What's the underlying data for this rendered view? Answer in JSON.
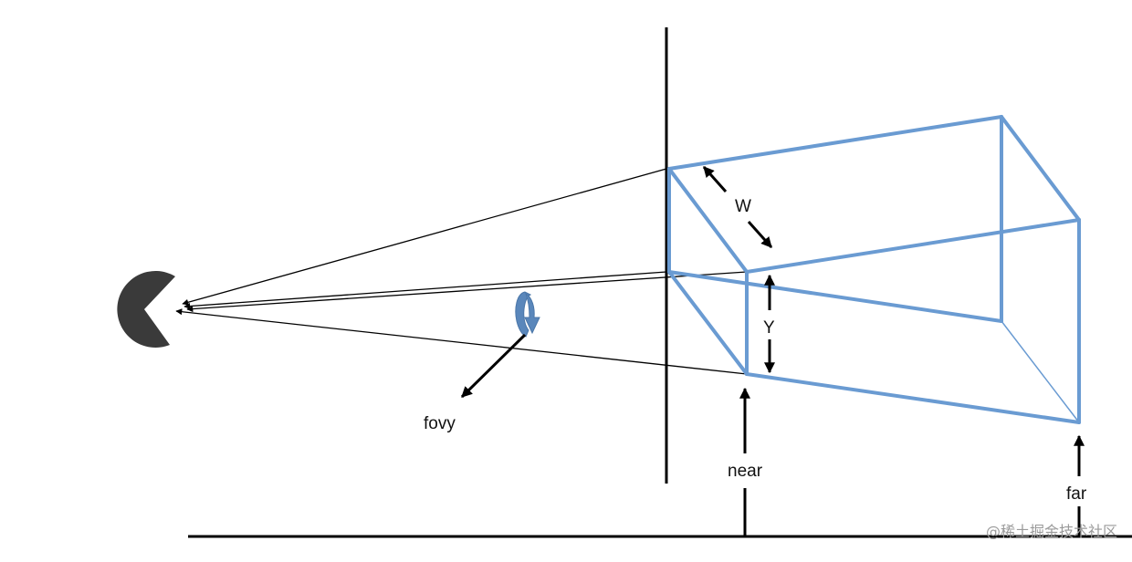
{
  "diagram": {
    "labels": {
      "w": "W",
      "y": "Y",
      "fovy": "fovy",
      "near": "near",
      "far": "far"
    },
    "watermark": "@稀土掘金技术社区",
    "colors": {
      "frustum": "#6a9bd2",
      "rotation": "#5a87bb",
      "lines": "#000000",
      "eye": "#3a3a3a"
    },
    "icons": {
      "eye": "pacman-eye-icon",
      "rotation": "curved-rotation-arrow-icon"
    }
  }
}
